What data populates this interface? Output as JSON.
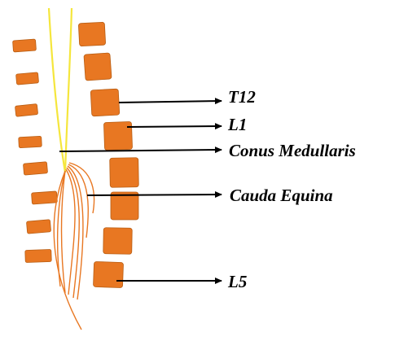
{
  "colors": {
    "vertebra_fill": "#e87722",
    "vertebra_stroke": "#b85e14",
    "spinal_cord": "#f5e63c",
    "cauda_equina": "#e87722",
    "arrow": "#000000",
    "background": "#ffffff"
  },
  "labels": {
    "t12": "T12",
    "l1": "L1",
    "conus": "Conus Medullaris",
    "cauda": "Cauda Equina",
    "l5": "L5"
  }
}
